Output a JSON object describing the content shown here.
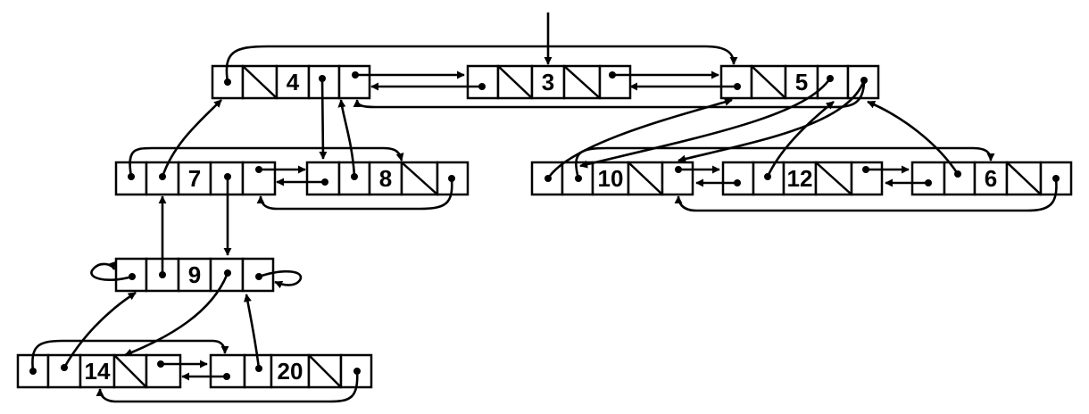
{
  "diagram": {
    "nodes": [
      {
        "id": "n4",
        "key": "4"
      },
      {
        "id": "n3",
        "key": "3"
      },
      {
        "id": "n5",
        "key": "5"
      },
      {
        "id": "n7",
        "key": "7"
      },
      {
        "id": "n8",
        "key": "8"
      },
      {
        "id": "n10",
        "key": "10"
      },
      {
        "id": "n12",
        "key": "12"
      },
      {
        "id": "n6",
        "key": "6"
      },
      {
        "id": "n9",
        "key": "9"
      },
      {
        "id": "n14",
        "key": "14"
      },
      {
        "id": "n20",
        "key": "20"
      }
    ],
    "colors": {
      "ink": "#000000",
      "background": "#ffffff"
    }
  }
}
